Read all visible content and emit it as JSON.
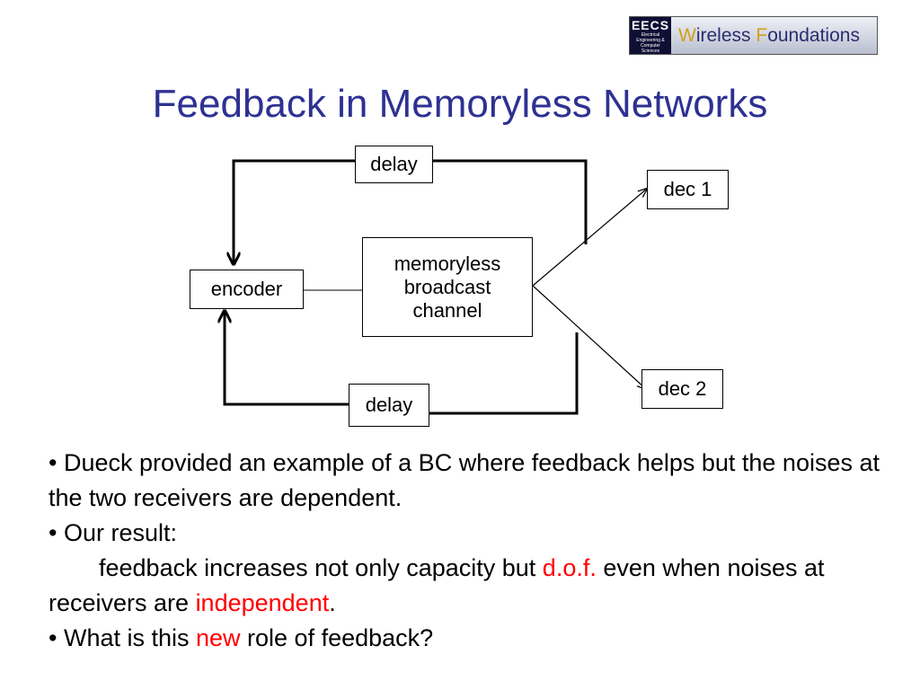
{
  "logo": {
    "badge": "EECS",
    "badge_subtitle": "Electrical Engineering & Computer Sciences",
    "w_letter": "W",
    "word1_rest": "ireless ",
    "f_letter": "F",
    "word2_rest": "oundations"
  },
  "title": "Feedback in Memoryless Networks",
  "diagram": {
    "encoder": "encoder",
    "channel": [
      "memoryless",
      "broadcast",
      "channel"
    ],
    "delay_top": "delay",
    "delay_bottom": "delay",
    "dec1": "dec 1",
    "dec2": "dec 2"
  },
  "bullets": {
    "b1": "• Dueck provided an example of a BC where feedback helps but the noises at the two receivers are dependent.",
    "b2": "• Our result:",
    "b3_pre": "feedback increases not only capacity but ",
    "b3_red1": "d.o.f.",
    "b3_mid": " even when noises at receivers are ",
    "b3_red2": "independent",
    "b3_end": ".",
    "b4_pre": "• What is this ",
    "b4_red": "new",
    "b4_end": " role of feedback?"
  },
  "colors": {
    "title": "#2e3192",
    "highlight": "#ff0000"
  }
}
